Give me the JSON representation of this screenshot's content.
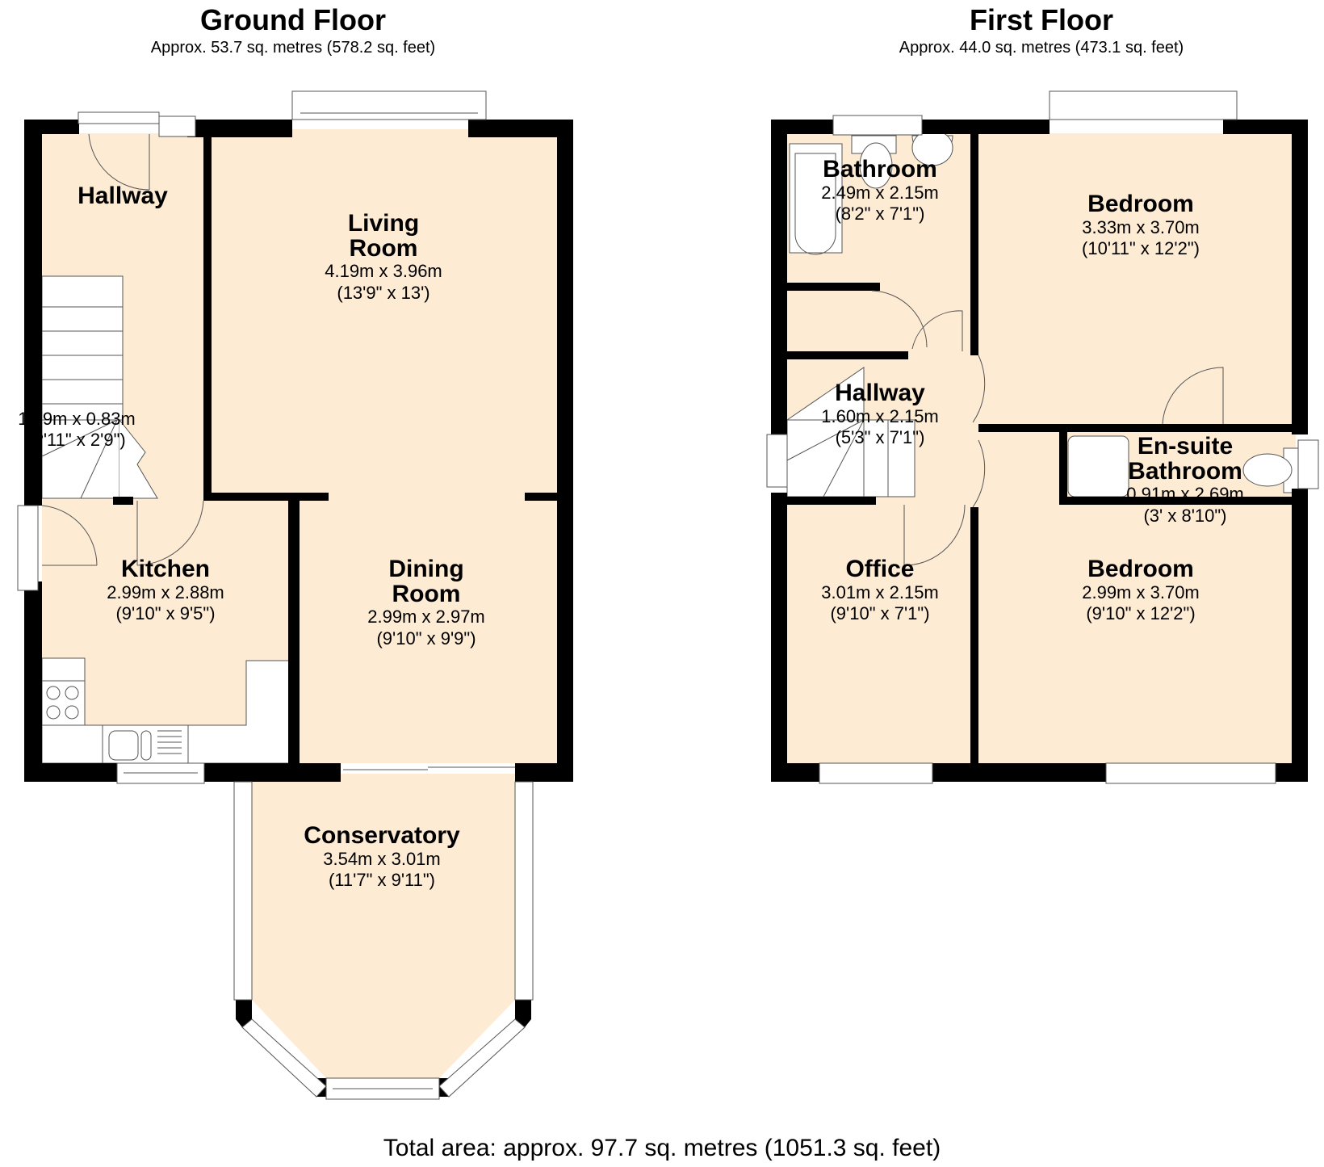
{
  "colors": {
    "floor": "#fdebd3",
    "wall": "#000000",
    "fixture": "#ffffff",
    "line": "#555555"
  },
  "ground_floor": {
    "title": "Ground Floor",
    "area": "Approx. 53.7 sq. metres (578.2 sq. feet)",
    "rooms": [
      {
        "name": "Hallway",
        "metric": "",
        "imperial": ""
      },
      {
        "name": "Living Room",
        "name_l1": "Living",
        "name_l2": "Room",
        "metric": "4.19m x 3.96m",
        "imperial": "(13'9\" x 13')"
      },
      {
        "name": "",
        "metric": "1.?9m x 0.83m",
        "imperial": "(?'11\" x 2'9\")"
      },
      {
        "name": "Kitchen",
        "metric": "2.99m x 2.88m",
        "imperial": "(9'10\" x 9'5\")"
      },
      {
        "name": "Dining Room",
        "name_l1": "Dining",
        "name_l2": "Room",
        "metric": "2.99m x 2.97m",
        "imperial": "(9'10\" x 9'9\")"
      },
      {
        "name": "Conservatory",
        "metric": "3.54m x 3.01m",
        "imperial": "(11'7\" x 9'11\")"
      }
    ]
  },
  "first_floor": {
    "title": "First Floor",
    "area": "Approx. 44.0 sq. metres (473.1 sq. feet)",
    "rooms": [
      {
        "name": "Bathroom",
        "metric": "2.49m x 2.15m",
        "imperial": "(8'2\" x 7'1\")"
      },
      {
        "name": "Bedroom",
        "metric": "3.33m x 3.70m",
        "imperial": "(10'11\" x 12'2\")"
      },
      {
        "name": "Hallway",
        "metric": "1.60m x 2.15m",
        "imperial": "(5'3\" x 7'1\")"
      },
      {
        "name": "En-suite Bathroom",
        "name_l1": "En-suite",
        "name_l2": "Bathroom",
        "metric": "0.91m x 2.69m",
        "imperial": "(3' x 8'10\")"
      },
      {
        "name": "Office",
        "metric": "3.01m x 2.15m",
        "imperial": "(9'10\" x 7'1\")"
      },
      {
        "name": "Bedroom",
        "metric": "2.99m x 3.70m",
        "imperial": "(9'10\" x 12'2\")"
      }
    ]
  },
  "total_area": "Total area: approx. 97.7 sq. metres (1051.3 sq. feet)"
}
